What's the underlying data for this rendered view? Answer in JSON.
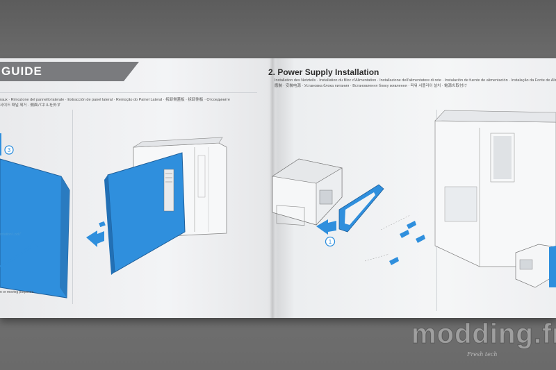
{
  "left_page": {
    "banner_title": "GUIDE",
    "languages": "raux · Rimozione del pannello laterale · Extracción de panel lateral · Remoção do Painel Lateral · 拆卸側蓋板 · 拆卸侧板 · Отсоедините",
    "languages_line2": "사이드 패널 제거 · 側面パネルを外す",
    "step_marker": "3",
    "rotation_label": "rotation Lock\"",
    "footnote": "n or moving purposes."
  },
  "right_page": {
    "title": "2. Power Supply Installation",
    "languages": "Installation des Netzteils · Installation du Bloc d'Alimentation · Installazione dell'alimentatore di rete · Instalación de fuente de alimentación · Instalação da Fonte de Alimentação",
    "languages_line2": "應裝 · 安裝电源 · Установка блока питания · Встановлення блоку живлення · 파워 서플라이 설치 · 電源の取付け",
    "step_marker": "1"
  },
  "colors": {
    "accent_blue": "#2f8fdd",
    "banner_gray": "#7a7b7e"
  },
  "watermark": {
    "logo": "modding.fr",
    "signature": "Fresh tech"
  }
}
